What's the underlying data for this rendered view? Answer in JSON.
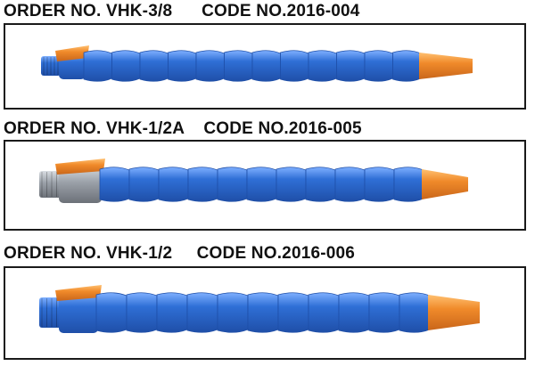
{
  "products": [
    {
      "order_label": "ORDER NO. VHK-3/8",
      "code_label": "CODE NO.2016-004",
      "fitting": "small threaded fitting with orange valve",
      "segments": 12
    },
    {
      "order_label": "ORDER NO. VHK-1/2A",
      "code_label": "CODE NO.2016-005",
      "fitting": "gray threaded fitting with orange valve",
      "segments": 11
    },
    {
      "order_label": "ORDER NO. VHK-1/2",
      "code_label": "CODE NO.2016-006",
      "fitting": "blue threaded fitting with orange valve",
      "segments": 11
    }
  ],
  "colors": {
    "hose_blue": "#2f6fd6",
    "hose_dark": "#1f4fa8",
    "nozzle_orange": "#f08a2a",
    "fitting_gray": "#9aa0a8",
    "frame": "#1a1a1a"
  }
}
